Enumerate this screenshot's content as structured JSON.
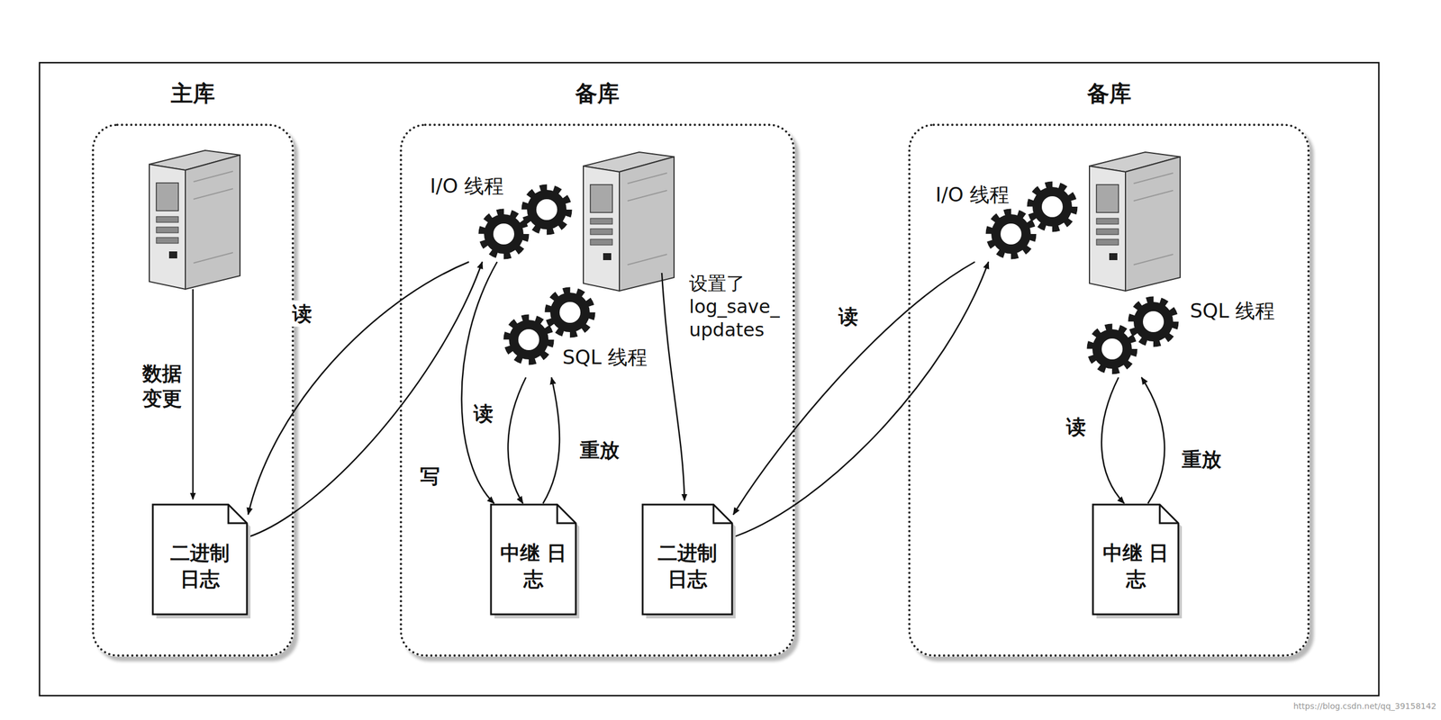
{
  "diagram": {
    "nodes": [
      {
        "text": [
          "主库"
        ]
      },
      {
        "text": [
          "二进制 日志"
        ],
        "in": 0
      },
      {
        "text": [
          "备库"
        ]
      },
      {
        "text": [
          "I/O 线程"
        ],
        "in": 2
      },
      {
        "text": [
          "SQL 线程"
        ],
        "in": 2
      },
      {
        "text": [
          "中继 日志"
        ],
        "in": 2
      },
      {
        "text": [
          "二进制 日志"
        ],
        "in": 2
      },
      {
        "text": [
          "备库"
        ]
      },
      {
        "text": [
          "I/O 线程"
        ],
        "in": 7
      },
      {
        "text": [
          "SQL 线程"
        ],
        "in": 7
      },
      {
        "text": [
          "中继 日志"
        ],
        "in": 7
      }
    ],
    "edges": [
      {
        "from": 3,
        "to": 1,
        "label": "读",
        "arrow": "to"
      },
      {
        "from": 1,
        "to": 3,
        "arrow": "to"
      },
      {
        "from": 3,
        "to": 5,
        "label": "写",
        "arrow": "to"
      },
      {
        "from": 4,
        "to": 5,
        "label": "读",
        "arrow": "to"
      },
      {
        "from": 5,
        "to": 4,
        "label": "重放",
        "arrow": "to"
      },
      {
        "from": 8,
        "to": 6,
        "label": "读",
        "arrow": "to"
      },
      {
        "from": 6,
        "to": 8,
        "arrow": "to"
      },
      {
        "from": 9,
        "to": 10,
        "label": "读",
        "arrow": "to"
      },
      {
        "from": 10,
        "to": 9,
        "label": "重放",
        "arrow": "to"
      }
    ],
    "labels": [
      "数据 变更",
      "设置了 log_save_ updates",
      "https://blog.csdn.net/qq_39158142"
    ]
  }
}
